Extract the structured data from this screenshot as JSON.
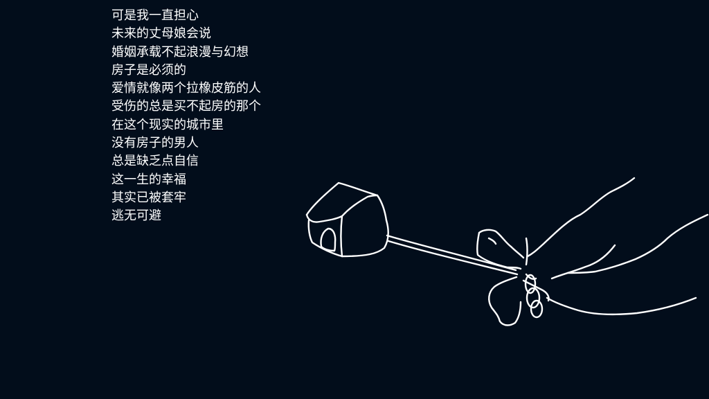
{
  "lyrics": [
    "可是我一直担心",
    "未来的丈母娘会说",
    "婚姻承载不起浪漫与幻想",
    "房子是必须的",
    "爱情就像两个拉橡皮筋的人",
    "受伤的总是买不起房的那个",
    "在这个现实的城市里",
    "没有房子的男人",
    "总是缺乏点自信",
    "这一生的幸福",
    "其实已被套牢",
    "逃无可避"
  ],
  "colors": {
    "background": "#020d1b",
    "text": "#ffffff",
    "drawing": "#ffffff"
  }
}
